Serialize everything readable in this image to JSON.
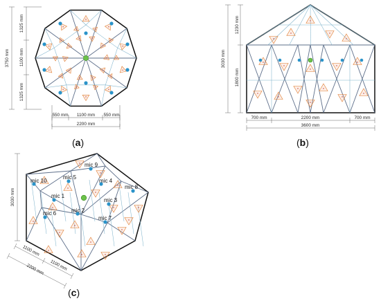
{
  "panels": {
    "a": {
      "label_letter": "a",
      "dims": {
        "height_total": "3750 mm",
        "upper": "1325 mm",
        "middle": "1100 mm",
        "lower": "1325 mm",
        "left_seg": "550 mm",
        "mid_seg": "1100 mm",
        "right_seg": "550 mm",
        "width_total": "2200 mm"
      }
    },
    "b": {
      "label_letter": "b",
      "dims": {
        "height_total": "3030 mm",
        "roof": "1230 mm",
        "wall": "1800 mm",
        "left_seg": "700 mm",
        "mid_seg": "2200 mm",
        "right_seg": "700 mm",
        "width_total": "3600 mm"
      }
    },
    "c": {
      "label_letter": "c",
      "dims": {
        "height": "3030 mm",
        "edge_a": "1100 mm",
        "edge_b": "1100 mm",
        "edge_total": "2200 mm"
      },
      "mics": [
        "mic 1",
        "mic 2",
        "mic 3",
        "mic 4",
        "mic 5",
        "mic 6",
        "mic 7",
        "mic 8",
        "mic 9",
        "mic 10"
      ]
    }
  },
  "colors": {
    "microphone": "#2a93c9",
    "source": "#6cc24a",
    "absorber": "#e07a2c",
    "outline": "#111111"
  }
}
